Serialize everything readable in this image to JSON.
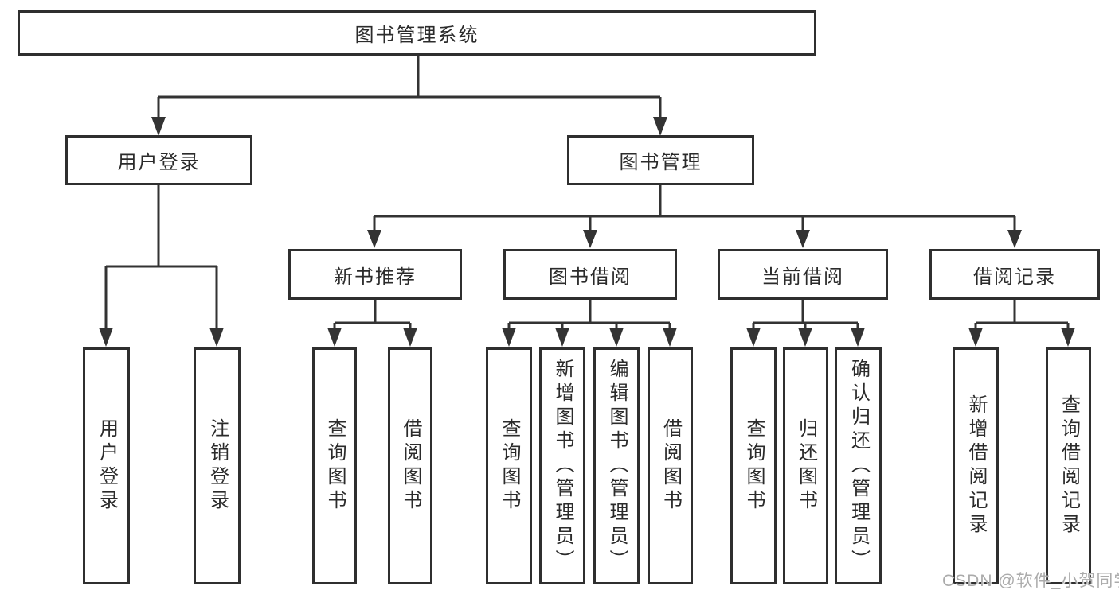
{
  "diagram": {
    "title": "图书管理系统",
    "root": {
      "label": "图书管理系统"
    },
    "level2": [
      {
        "label": "用户登录"
      },
      {
        "label": "图书管理"
      }
    ],
    "level3": [
      {
        "label": "新书推荐",
        "parent": "图书管理"
      },
      {
        "label": "图书借阅",
        "parent": "图书管理"
      },
      {
        "label": "当前借阅",
        "parent": "图书管理"
      },
      {
        "label": "借阅记录",
        "parent": "图书管理"
      }
    ],
    "leaves": [
      {
        "label": "用户登录",
        "parent": "用户登录"
      },
      {
        "label": "注销登录",
        "parent": "用户登录"
      },
      {
        "label": "查询图书",
        "parent": "新书推荐"
      },
      {
        "label": "借阅图书",
        "parent": "新书推荐"
      },
      {
        "label": "查询图书",
        "parent": "图书借阅"
      },
      {
        "label": "新增图书（管理员）",
        "parent": "图书借阅"
      },
      {
        "label": "编辑图书（管理员）",
        "parent": "图书借阅"
      },
      {
        "label": "借阅图书",
        "parent": "图书借阅"
      },
      {
        "label": "查询图书",
        "parent": "当前借阅"
      },
      {
        "label": "归还图书",
        "parent": "当前借阅"
      },
      {
        "label": "确认归还（管理员）",
        "parent": "当前借阅"
      },
      {
        "label": "新增借阅记录",
        "parent": "借阅记录"
      },
      {
        "label": "查询借阅记录",
        "parent": "借阅记录"
      }
    ],
    "watermark": "CSDN @软件_小贺同学",
    "colors": {
      "line": "#333333",
      "box_border": "#2f2f2f",
      "box_fill": "#ffffff",
      "text": "#2b2b2b",
      "watermark": "#ababab",
      "background": "#ffffff"
    }
  }
}
